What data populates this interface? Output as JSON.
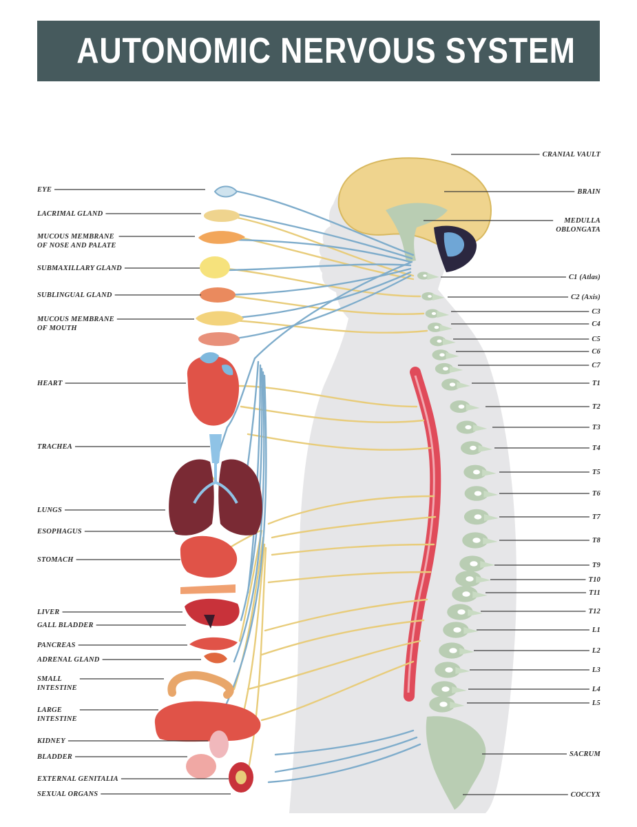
{
  "title": "AUTONOMIC NERVOUS SYSTEM",
  "colors": {
    "banner": "#465a5d",
    "sympathetic_nerve": "#e8cc7a",
    "parasympathetic_nerve": "#7eaccb",
    "spine": "#b9cdb3",
    "body_silhouette": "#e6e6e8",
    "spinal_cord": "#e04b5a",
    "brain": "#efd48e"
  },
  "left_labels": [
    {
      "id": "eye",
      "lines": [
        "EYE"
      ]
    },
    {
      "id": "lacrimal",
      "lines": [
        "LACRIMAL GLAND"
      ]
    },
    {
      "id": "mucous-nose",
      "lines": [
        "MUCOUS MEMBRANE",
        "OF NOSE AND PALATE"
      ]
    },
    {
      "id": "submaxillary",
      "lines": [
        "SUBMAXILLARY GLAND"
      ]
    },
    {
      "id": "sublingual",
      "lines": [
        "SUBLINGUAL GLAND"
      ]
    },
    {
      "id": "mucous-mouth",
      "lines": [
        "MUCOUS MEMBRANE",
        "OF MOUTH"
      ]
    },
    {
      "id": "heart",
      "lines": [
        "HEART"
      ]
    },
    {
      "id": "trachea",
      "lines": [
        "TRACHEA"
      ]
    },
    {
      "id": "lungs",
      "lines": [
        "LUNGS"
      ]
    },
    {
      "id": "esophagus",
      "lines": [
        "ESOPHAGUS"
      ]
    },
    {
      "id": "stomach",
      "lines": [
        "STOMACH"
      ]
    },
    {
      "id": "liver",
      "lines": [
        "LIVER"
      ]
    },
    {
      "id": "gall-bladder",
      "lines": [
        "GALL BLADDER"
      ]
    },
    {
      "id": "pancreas",
      "lines": [
        "PANCREAS"
      ]
    },
    {
      "id": "adrenal",
      "lines": [
        "ADRENAL GLAND"
      ]
    },
    {
      "id": "small-intestine",
      "lines": [
        "SMALL",
        "INTESTINE"
      ]
    },
    {
      "id": "large-intestine",
      "lines": [
        "LARGE",
        "INTESTINE"
      ]
    },
    {
      "id": "kidney",
      "lines": [
        "KIDNEY"
      ]
    },
    {
      "id": "bladder",
      "lines": [
        "BLADDER"
      ]
    },
    {
      "id": "external-genitalia",
      "lines": [
        "EXTERNAL GENITALIA"
      ]
    },
    {
      "id": "sexual-organs",
      "lines": [
        "SEXUAL ORGANS"
      ]
    }
  ],
  "right_labels": [
    {
      "id": "cranial-vault",
      "lines": [
        "CRANIAL VAULT"
      ]
    },
    {
      "id": "brain",
      "lines": [
        "BRAIN"
      ]
    },
    {
      "id": "medulla",
      "lines": [
        "MEDULLA",
        "OBLONGATA"
      ]
    },
    {
      "id": "c1",
      "lines": [
        "C1 (Atlas)"
      ]
    },
    {
      "id": "c2",
      "lines": [
        "C2 (Axis)"
      ]
    },
    {
      "id": "c3",
      "lines": [
        "C3"
      ]
    },
    {
      "id": "c4",
      "lines": [
        "C4"
      ]
    },
    {
      "id": "c5",
      "lines": [
        "C5"
      ]
    },
    {
      "id": "c6",
      "lines": [
        "C6"
      ]
    },
    {
      "id": "c7",
      "lines": [
        "C7"
      ]
    },
    {
      "id": "t1",
      "lines": [
        "T1"
      ]
    },
    {
      "id": "t2",
      "lines": [
        "T2"
      ]
    },
    {
      "id": "t3",
      "lines": [
        "T3"
      ]
    },
    {
      "id": "t4",
      "lines": [
        "T4"
      ]
    },
    {
      "id": "t5",
      "lines": [
        "T5"
      ]
    },
    {
      "id": "t6",
      "lines": [
        "T6"
      ]
    },
    {
      "id": "t7",
      "lines": [
        "T7"
      ]
    },
    {
      "id": "t8",
      "lines": [
        "T8"
      ]
    },
    {
      "id": "t9",
      "lines": [
        "T9"
      ]
    },
    {
      "id": "t10",
      "lines": [
        "T10"
      ]
    },
    {
      "id": "t11",
      "lines": [
        "T11"
      ]
    },
    {
      "id": "t12",
      "lines": [
        "T12"
      ]
    },
    {
      "id": "l1",
      "lines": [
        "L1"
      ]
    },
    {
      "id": "l2",
      "lines": [
        "L2"
      ]
    },
    {
      "id": "l3",
      "lines": [
        "L3"
      ]
    },
    {
      "id": "l4",
      "lines": [
        "L4"
      ]
    },
    {
      "id": "l5",
      "lines": [
        "L5"
      ]
    },
    {
      "id": "sacrum",
      "lines": [
        "SACRUM"
      ]
    },
    {
      "id": "coccyx",
      "lines": [
        "COCCYX"
      ]
    }
  ]
}
